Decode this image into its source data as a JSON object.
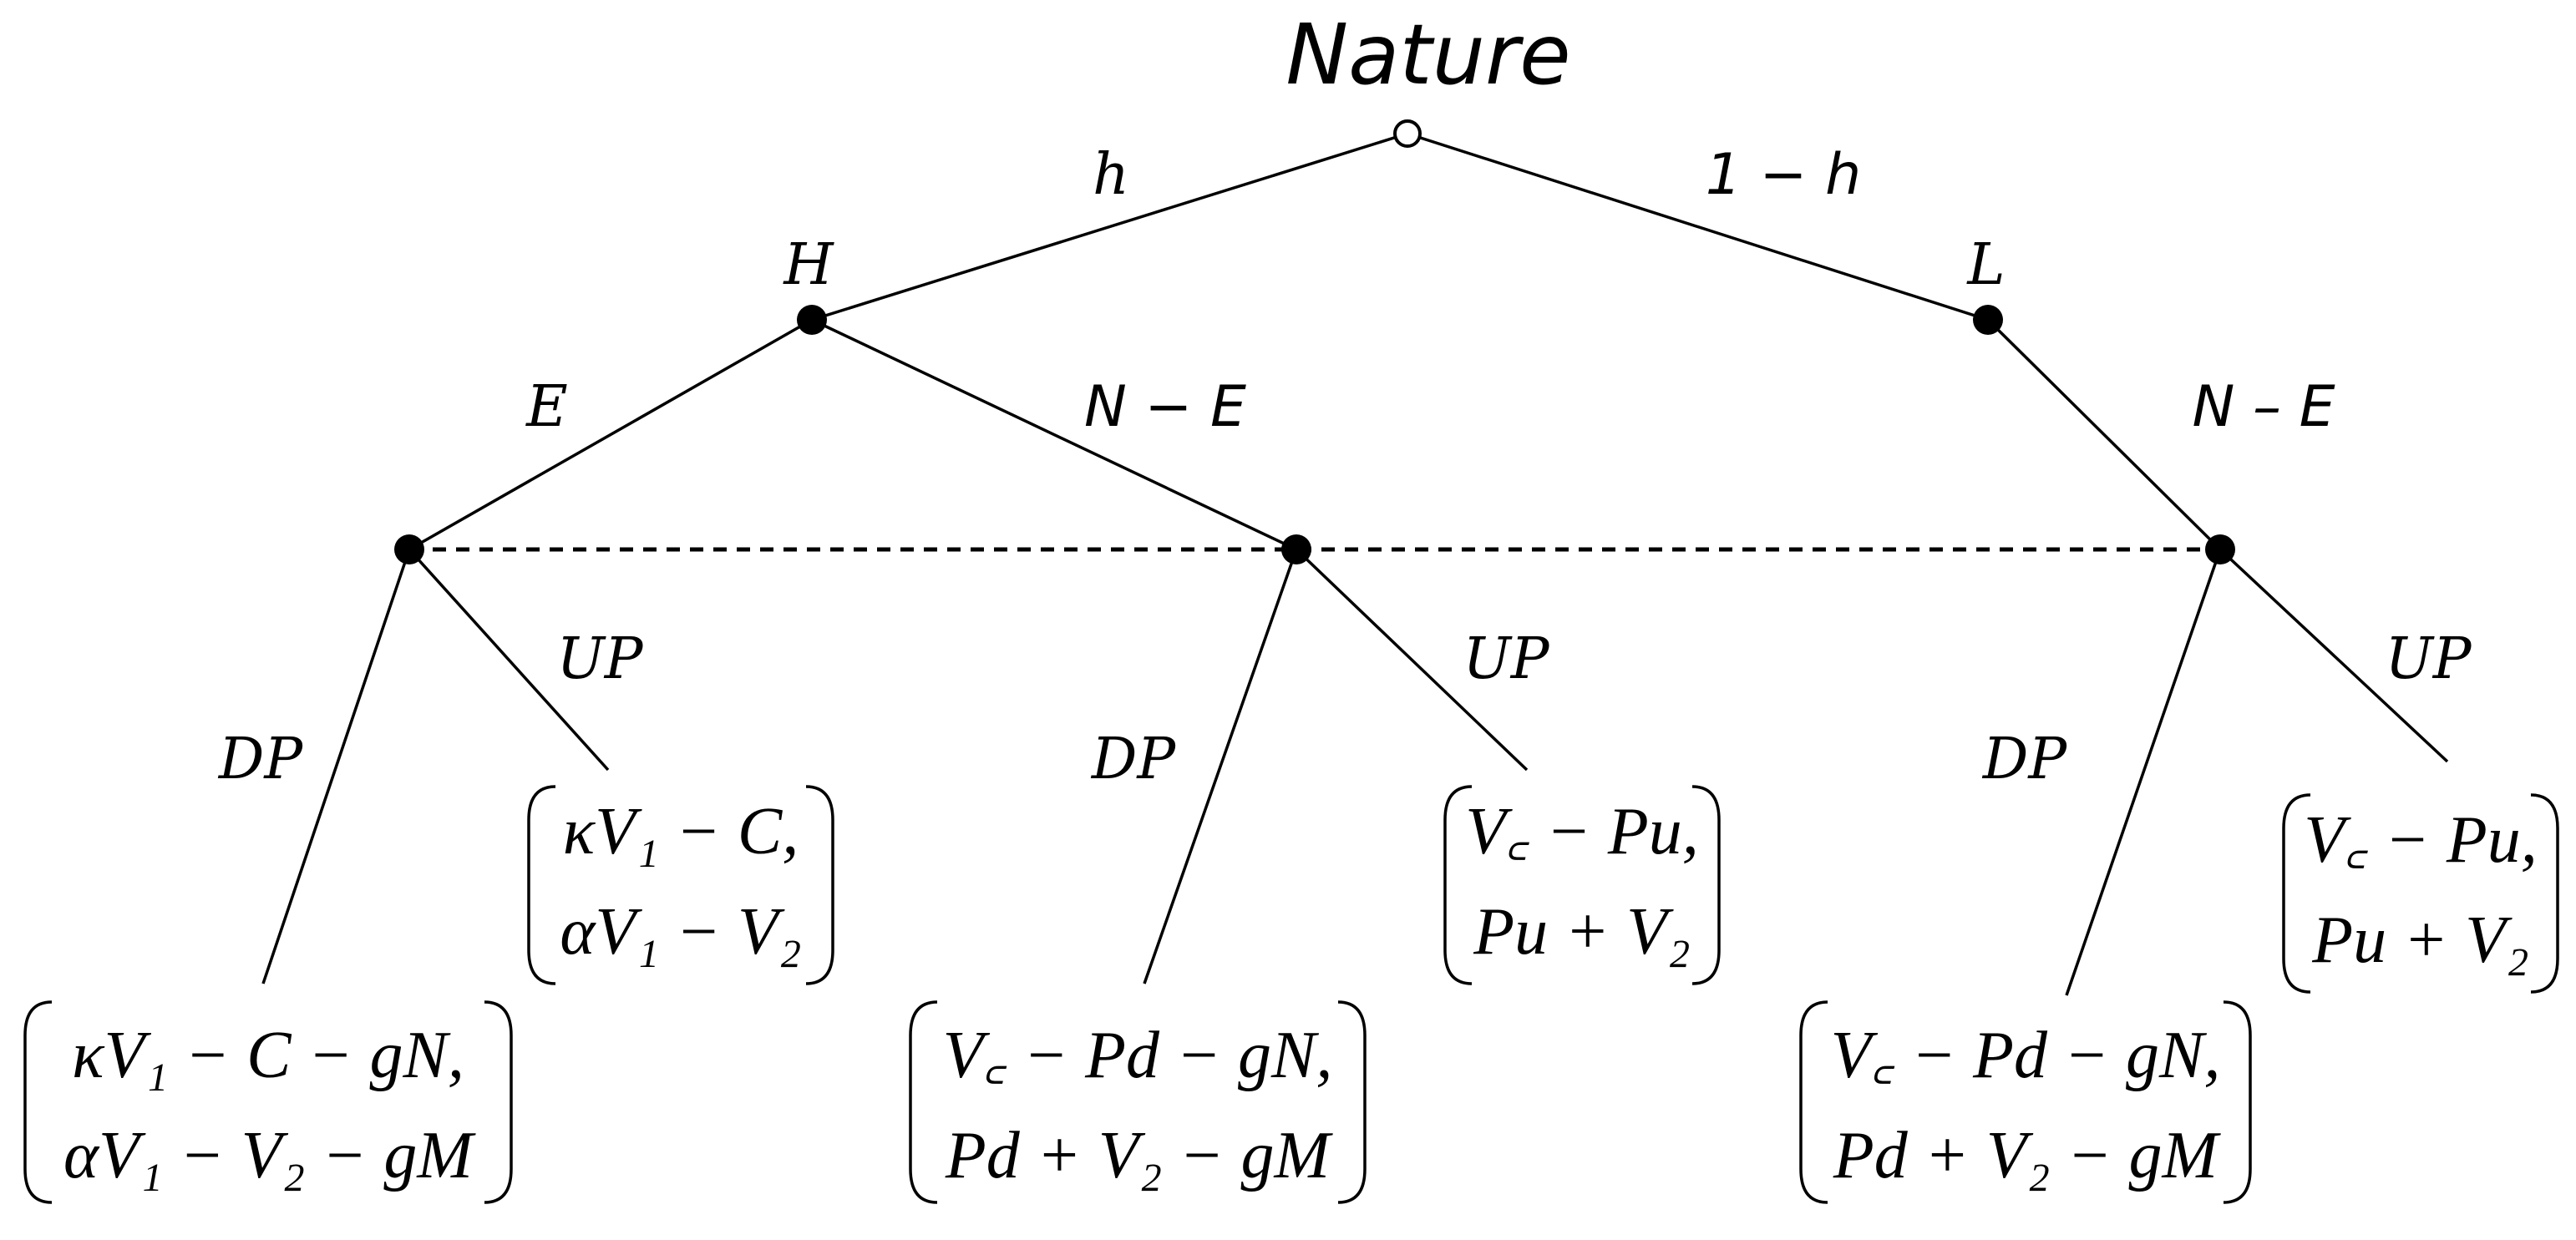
{
  "title": "Nature",
  "branches": {
    "h": "h",
    "one_minus_h": "1 − h",
    "E": "E",
    "N_minus_E_left": "N − E",
    "N_minus_E_right": "N –  E"
  },
  "nodes": {
    "H": "H",
    "L": "L"
  },
  "actions": {
    "dp": "DP",
    "up": "UP"
  },
  "payoffs": {
    "e_dp": [
      "κV₁ − C − gN,",
      "αV₁ − V₂ − gM"
    ],
    "e_up": [
      "κV₁ − C,",
      "αV₁ − V₂"
    ],
    "h_dp": [
      "V꜀ − Pd − gN,",
      "Pd + V₂ − gM"
    ],
    "h_up": [
      "V꜀ − Pu,",
      "Pu + V₂"
    ],
    "l_dp": [
      "V꜀ − Pd − gN,",
      "Pd + V₂ − gM"
    ],
    "l_up": [
      "V꜀ − Pu,",
      "Pu + V₂"
    ]
  }
}
